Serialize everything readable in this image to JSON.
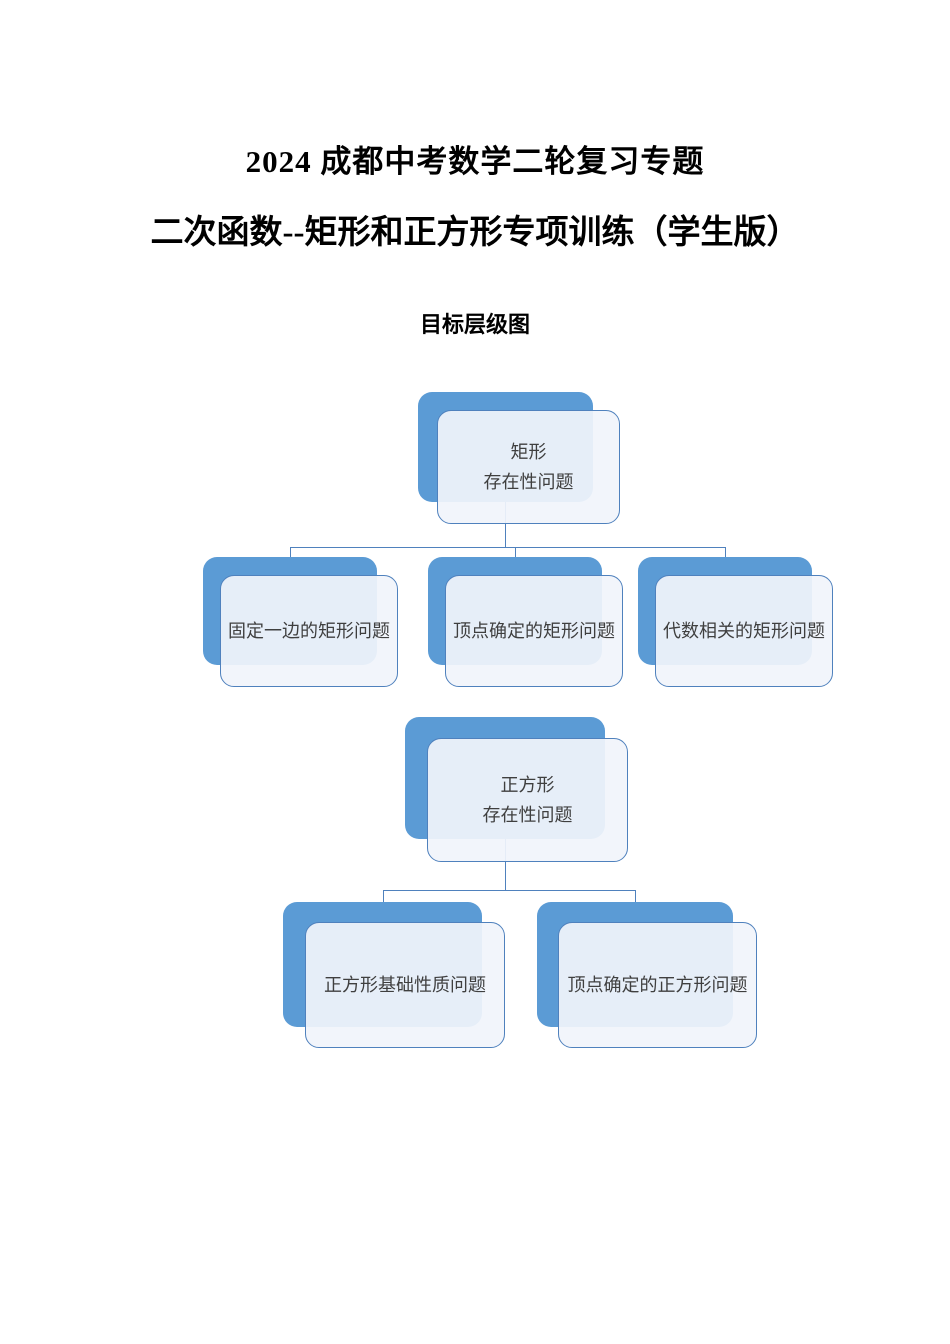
{
  "document": {
    "title_line1": "2024 成都中考数学二轮复习专题",
    "title_line2": "二次函数--矩形和正方形专项训练（学生版）"
  },
  "diagram": {
    "heading": "目标层级图",
    "tree1": {
      "root": {
        "line1": "矩形",
        "line2": "存在性问题"
      },
      "children": [
        {
          "label": "固定一边的矩形问题"
        },
        {
          "label": "顶点确定的矩形问题"
        },
        {
          "label": "代数相关的矩形问题"
        }
      ]
    },
    "tree2": {
      "root": {
        "line1": "正方形",
        "line2": "存在性问题"
      },
      "children": [
        {
          "label": "正方形基础性质问题"
        },
        {
          "label": "顶点确定的正方形问题"
        }
      ]
    }
  },
  "colors": {
    "accent_fill": "#5B9BD5",
    "node_border": "#4F81BD",
    "node_fill": "#F1F4FB",
    "connector": "#4F81BD",
    "node_text": "#3F3F3F",
    "title_text": "#000000"
  }
}
